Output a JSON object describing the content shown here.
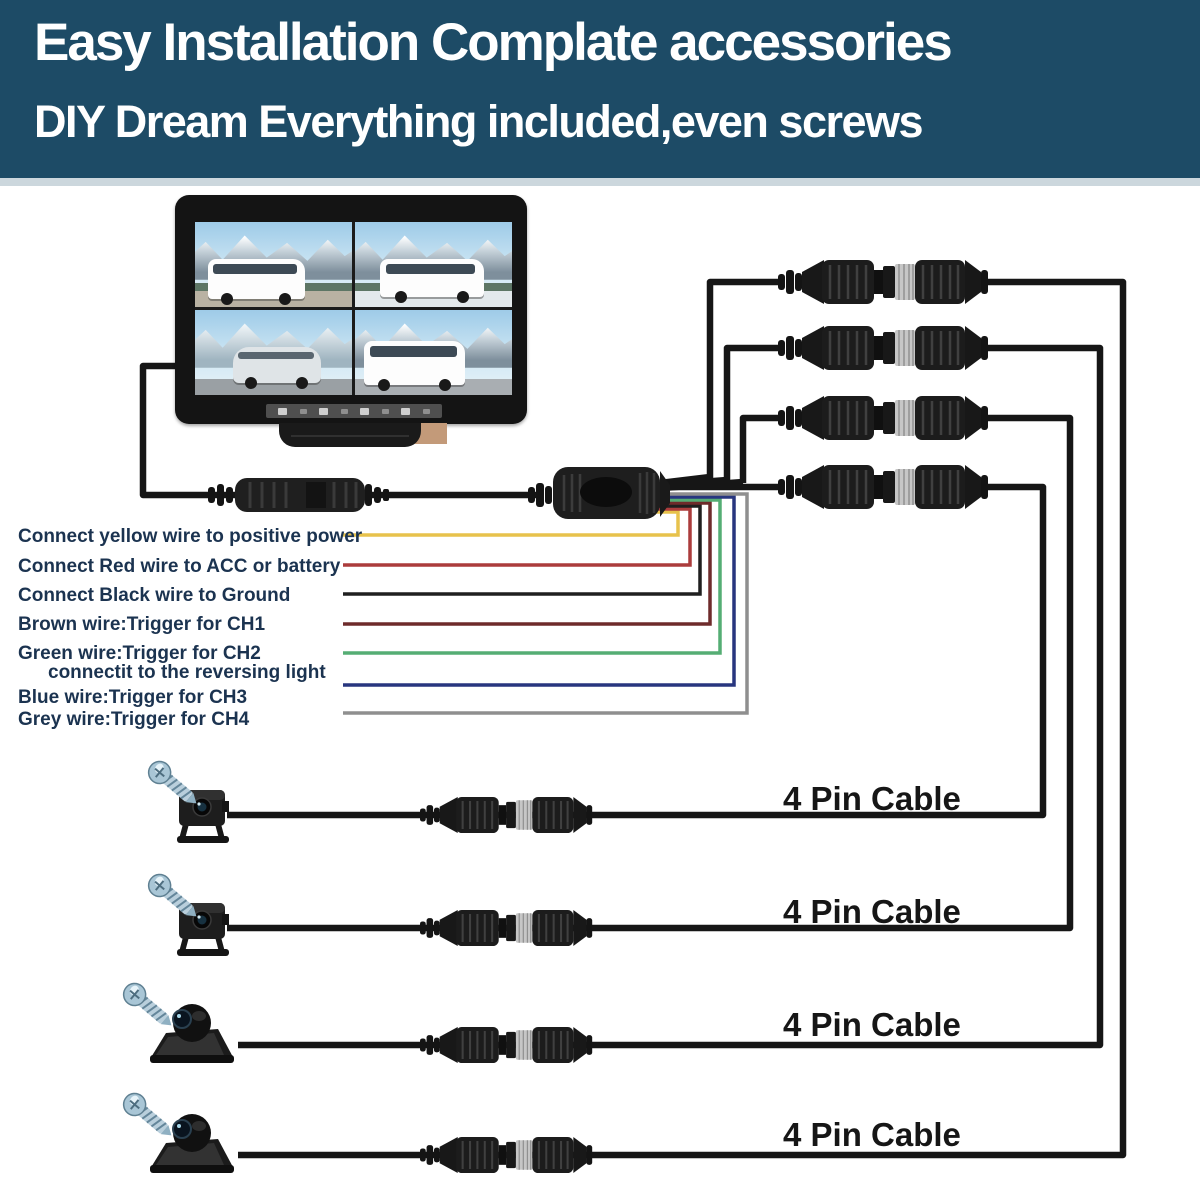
{
  "header": {
    "title": "Easy Installation Complate accessories",
    "subtitle": "DIY Dream Everything included,even screws",
    "background": "#1d4b66",
    "text_color": "#ffffff"
  },
  "monitor": {
    "type": "quad-split-rear-view-monitor",
    "quadrants": [
      "motorhome-mountain-view",
      "motorhome-snow-view",
      "travel-trailer-view",
      "campervan-view"
    ]
  },
  "splitter": {
    "type": "4-channel-y-splitter-cable"
  },
  "wire_guide": {
    "text_color": "#1b3350",
    "labels": [
      {
        "id": "yellow",
        "text": "Connect yellow wire to positive power",
        "wire_color": "#e7c24c"
      },
      {
        "id": "red",
        "text": "Connect Red wire to ACC or battery",
        "wire_color": "#ab3c3c"
      },
      {
        "id": "black",
        "text": "Connect Black wire to Ground",
        "wire_color": "#1f1f1f"
      },
      {
        "id": "brown",
        "text": "Brown wire:Trigger for CH1",
        "wire_color": "#6e2b2b"
      },
      {
        "id": "green",
        "text": "Green wire:Trigger for CH2",
        "wire_color": "#55ad74"
      },
      {
        "id": "green-cont",
        "text": "connectit to the reversing light",
        "wire_color": null
      },
      {
        "id": "blue",
        "text": "Blue wire:Trigger for CH3",
        "wire_color": "#28367f"
      },
      {
        "id": "grey",
        "text": "Grey wire:Trigger for CH4",
        "wire_color": "#8f8f8f"
      }
    ]
  },
  "pin_cables": [
    {
      "label": "4 Pin Cable"
    },
    {
      "label": "4 Pin Cable"
    },
    {
      "label": "4 Pin Cable"
    },
    {
      "label": "4 Pin Cable"
    }
  ],
  "cameras": {
    "count": 4,
    "types": [
      "box-rear-camera",
      "box-rear-camera",
      "side-dome-camera",
      "side-dome-camera"
    ]
  },
  "connectors": {
    "count": 4,
    "type": "4-pin-aviation-connector-pair"
  },
  "colors": {
    "cable_black": "#161616",
    "silver_ring": "#c6c6c6",
    "screw_steel_blue": "#a9c6d6"
  }
}
